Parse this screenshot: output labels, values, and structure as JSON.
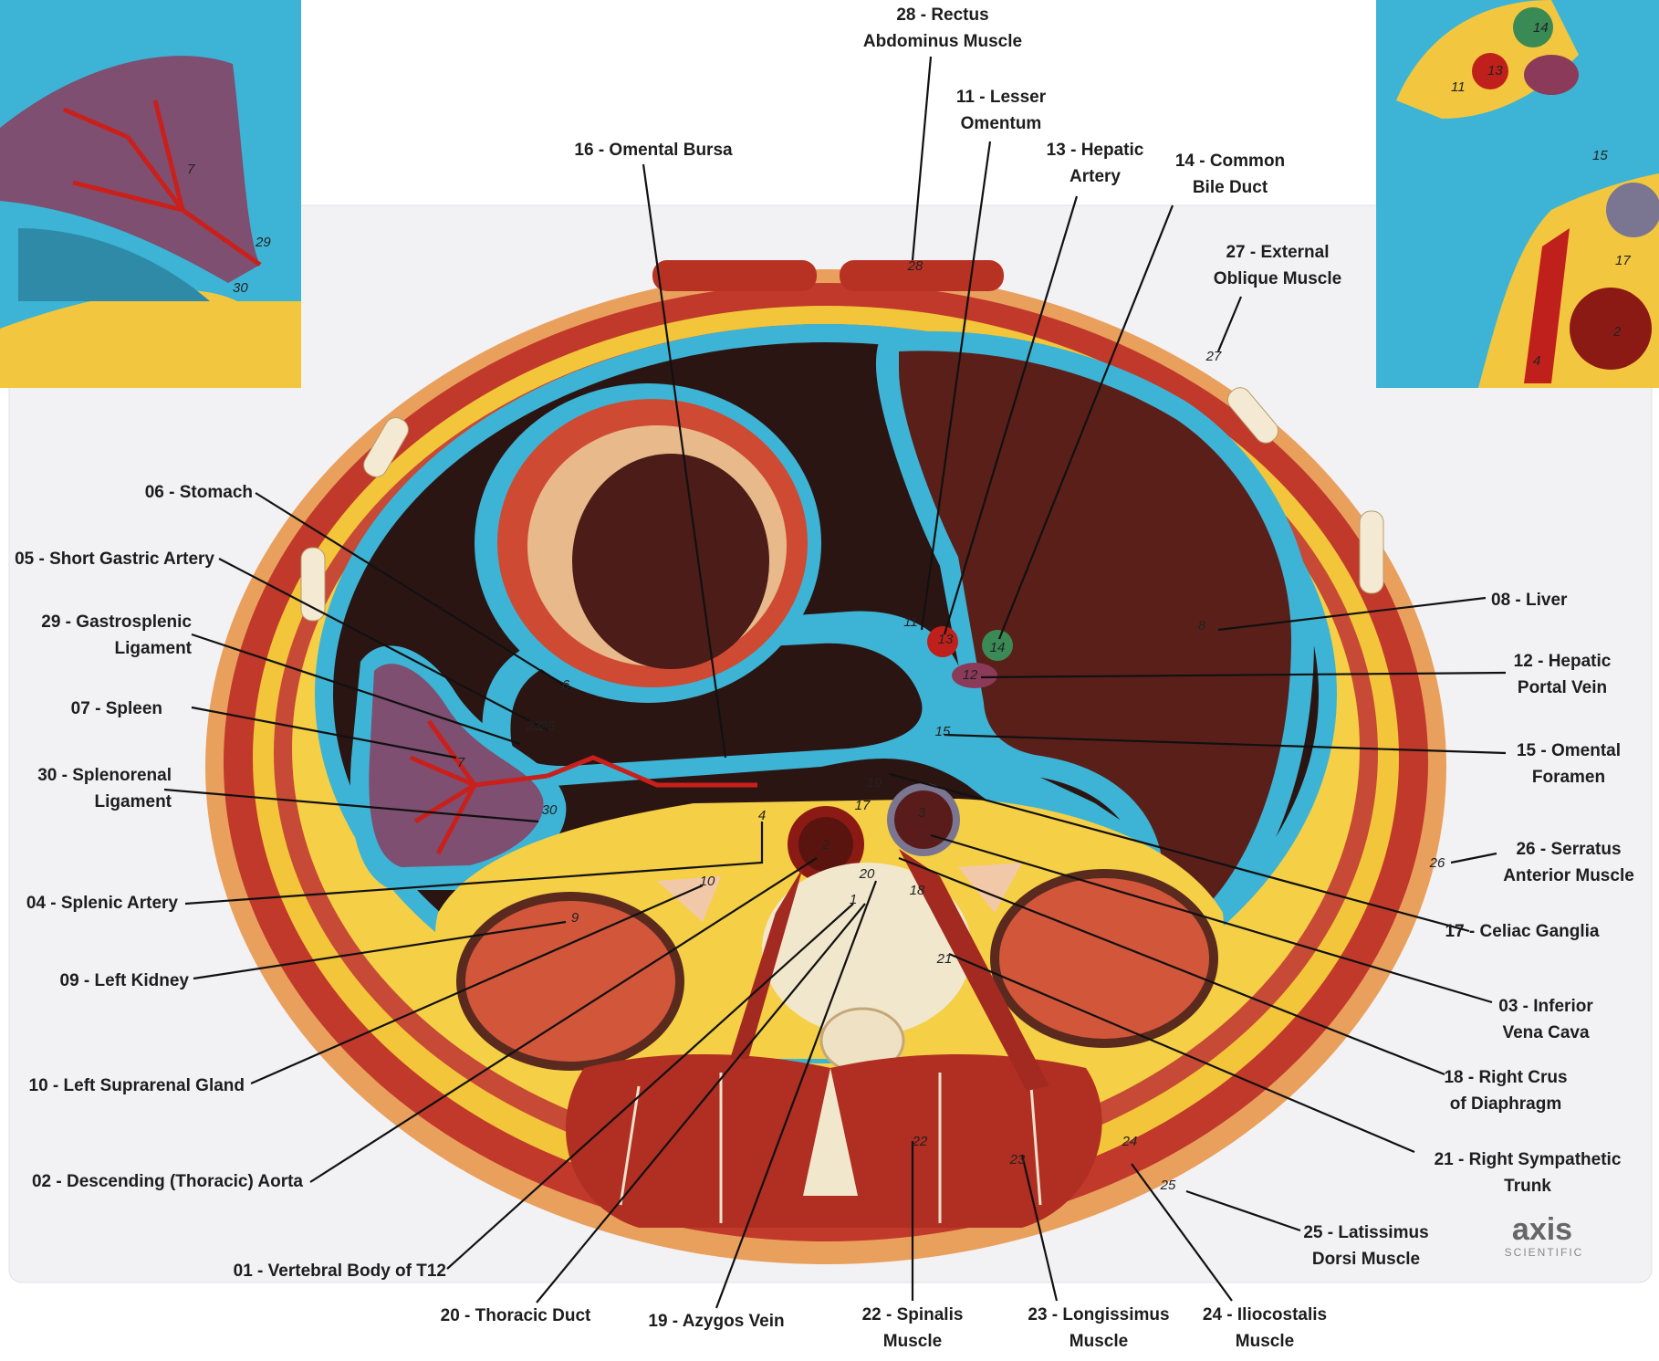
{
  "brand": {
    "logo": "axis",
    "tagline": "SCIENTIFIC"
  },
  "labels": [
    {
      "id": "28",
      "lines": [
        "28 - Rectus",
        "Abdominus Muscle"
      ]
    },
    {
      "id": "11",
      "lines": [
        "11 - Lesser",
        "Omentum"
      ]
    },
    {
      "id": "16",
      "lines": [
        "16 - Omental Bursa"
      ]
    },
    {
      "id": "13",
      "lines": [
        "13 - Hepatic",
        "Artery"
      ]
    },
    {
      "id": "14",
      "lines": [
        "14 - Common",
        "Bile Duct"
      ]
    },
    {
      "id": "27",
      "lines": [
        "27 - External",
        "Oblique Muscle"
      ]
    },
    {
      "id": "06",
      "lines": [
        "06 - Stomach"
      ]
    },
    {
      "id": "05",
      "lines": [
        "05 - Short Gastric Artery"
      ]
    },
    {
      "id": "29",
      "lines": [
        "29 - Gastrosplenic",
        "Ligament"
      ]
    },
    {
      "id": "07",
      "lines": [
        "07 - Spleen"
      ]
    },
    {
      "id": "30",
      "lines": [
        "30 - Splenorenal",
        "Ligament"
      ]
    },
    {
      "id": "04",
      "lines": [
        "04 - Splenic Artery"
      ]
    },
    {
      "id": "09",
      "lines": [
        "09 - Left Kidney"
      ]
    },
    {
      "id": "10",
      "lines": [
        "10 - Left Suprarenal Gland"
      ]
    },
    {
      "id": "02",
      "lines": [
        "02 - Descending (Thoracic) Aorta"
      ]
    },
    {
      "id": "01",
      "lines": [
        "01 - Vertebral Body of T12"
      ]
    },
    {
      "id": "20",
      "lines": [
        "20 - Thoracic Duct"
      ]
    },
    {
      "id": "19",
      "lines": [
        "19 - Azygos Vein"
      ]
    },
    {
      "id": "22",
      "lines": [
        "22 - Spinalis",
        "Muscle"
      ]
    },
    {
      "id": "23",
      "lines": [
        "23 - Longissimus",
        "Muscle"
      ]
    },
    {
      "id": "24",
      "lines": [
        "24 - Iliocostalis",
        "Muscle"
      ]
    },
    {
      "id": "25",
      "lines": [
        "25 - Latissimus",
        "Dorsi Muscle"
      ]
    },
    {
      "id": "21",
      "lines": [
        "21 - Right Sympathetic",
        "Trunk"
      ]
    },
    {
      "id": "18",
      "lines": [
        "18 - Right Crus",
        "of Diaphragm"
      ]
    },
    {
      "id": "03",
      "lines": [
        "03 - Inferior",
        "Vena Cava"
      ]
    },
    {
      "id": "17",
      "lines": [
        "17 - Celiac Ganglia"
      ]
    },
    {
      "id": "26",
      "lines": [
        "26 - Serratus",
        "Anterior Muscle"
      ]
    },
    {
      "id": "15",
      "lines": [
        "15 - Omental",
        "Foramen"
      ]
    },
    {
      "id": "12",
      "lines": [
        "12 - Hepatic",
        "Portal Vein"
      ]
    },
    {
      "id": "08",
      "lines": [
        "08 - Liver"
      ]
    }
  ],
  "model_numbers": [
    "28",
    "11",
    "13",
    "14",
    "12",
    "15",
    "6",
    "23",
    "25",
    "7",
    "30",
    "4",
    "2",
    "17",
    "19",
    "20",
    "3",
    "1",
    "18",
    "21",
    "22",
    "23",
    "24",
    "25",
    "8",
    "9",
    "10",
    "27",
    "26"
  ],
  "inset_left_numbers": [
    "7",
    "29",
    "30"
  ],
  "inset_right_numbers": [
    "11",
    "13",
    "14",
    "15",
    "17",
    "2",
    "4"
  ],
  "colors": {
    "muscle": "#b8372a",
    "fat": "#f4d03f",
    "peritoneum": "#3fb6d6",
    "cavity": "#2a1512",
    "liver": "#5a1f1a",
    "stomach_wall": "#d2553d",
    "stomach_lumen": "#4a1c18",
    "spleen": "#7d4e6e",
    "bone": "#f0e8d0",
    "panel": "#f2f2f4"
  }
}
